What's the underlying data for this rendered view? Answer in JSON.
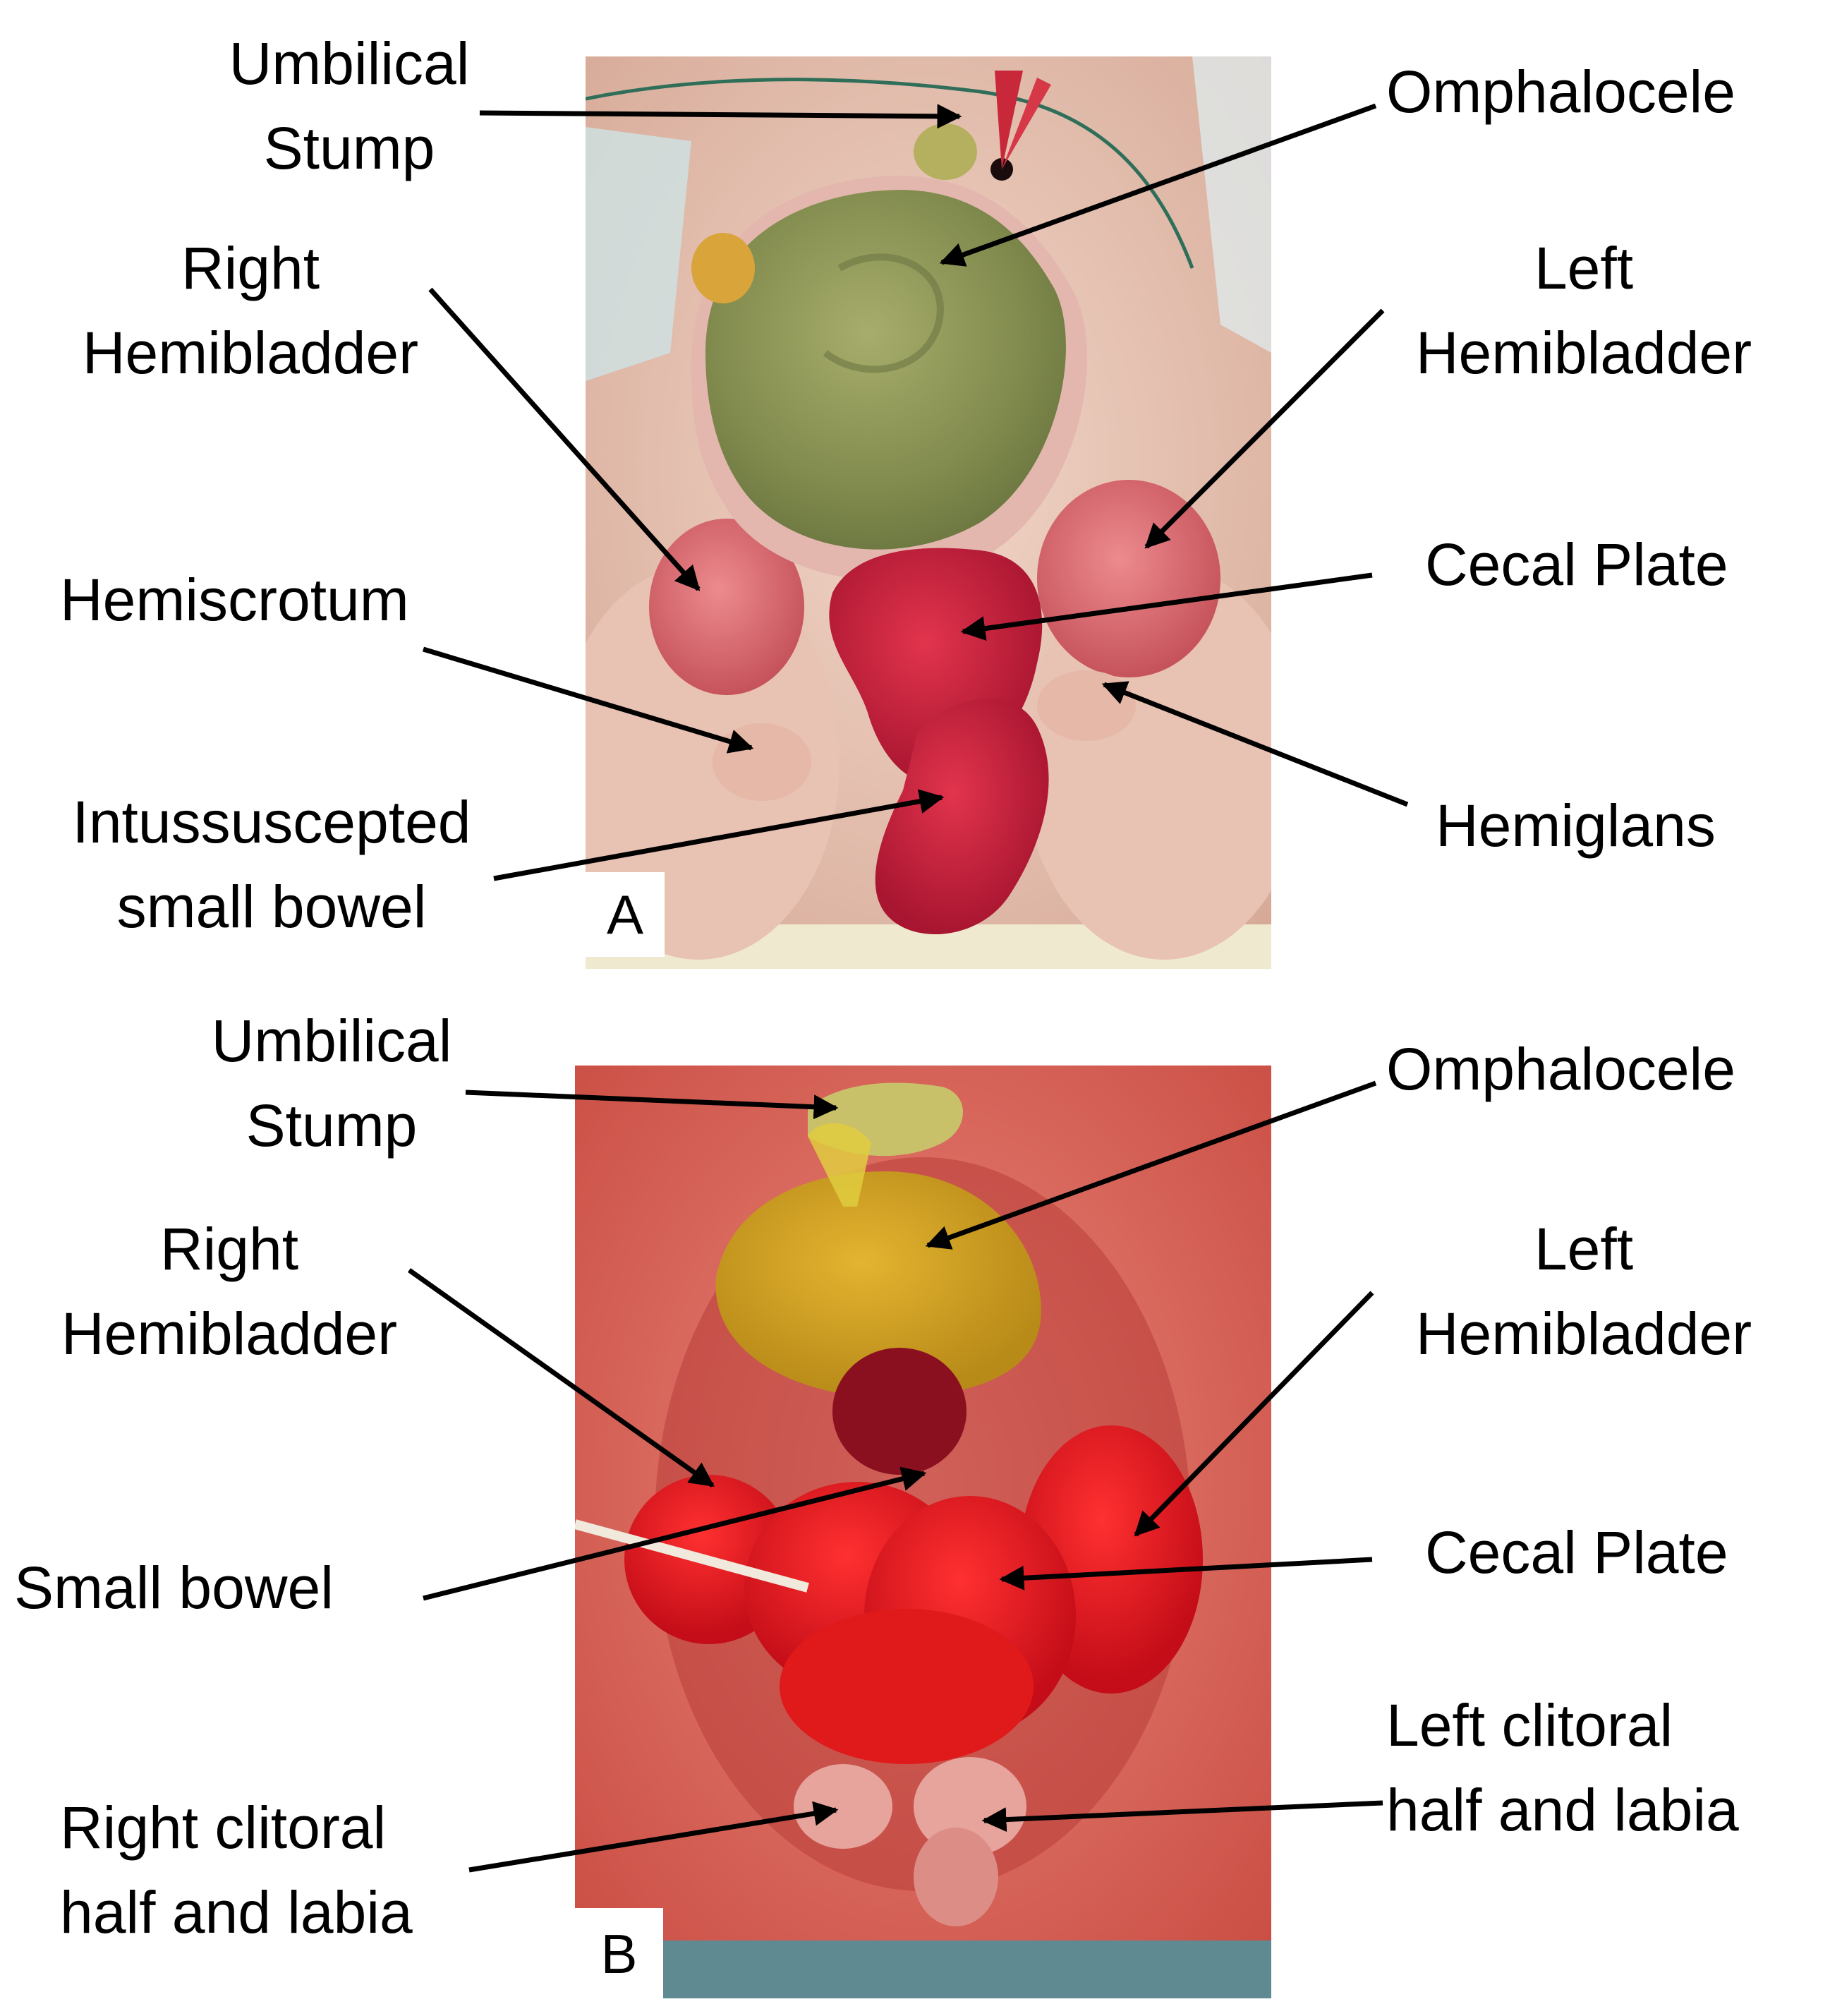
{
  "panels": [
    {
      "letter": "A",
      "labels": {
        "umbilical_stump_1": "Umbilical",
        "umbilical_stump_2": "Stump",
        "omphalocele": "Omphalocele",
        "right_hemibladder_1": "Right",
        "right_hemibladder_2": "Hemibladder",
        "left_hemibladder_1": "Left",
        "left_hemibladder_2": "Hemibladder",
        "cecal_plate": "Cecal Plate",
        "hemiscrotum": "Hemiscrotum",
        "hemiglans": "Hemiglans",
        "intussuscepted_1": "Intussuscepted",
        "intussuscepted_2": "small bowel"
      }
    },
    {
      "letter": "B",
      "labels": {
        "umbilical_stump_1": "Umbilical",
        "umbilical_stump_2": "Stump",
        "omphalocele": "Omphalocele",
        "right_hemibladder_1": "Right",
        "right_hemibladder_2": "Hemibladder",
        "left_hemibladder_1": "Left",
        "left_hemibladder_2": "Hemibladder",
        "small_bowel": "Small bowel",
        "cecal_plate": "Cecal Plate",
        "right_clitoral_1": "Right clitoral",
        "right_clitoral_2": "half and labia",
        "left_clitoral_1": "Left clitoral",
        "left_clitoral_2": "half and labia"
      }
    }
  ],
  "colors": {
    "text": "#000000",
    "arrow": "#000000",
    "skin_a": "#e9c7b8",
    "omphalocele_a": "#8f9b5a",
    "bowel_red": "#c8203a",
    "bg_b": "#d8554a",
    "omphalocele_b": "#d9a826",
    "bowel_b": "#e01a1a"
  }
}
